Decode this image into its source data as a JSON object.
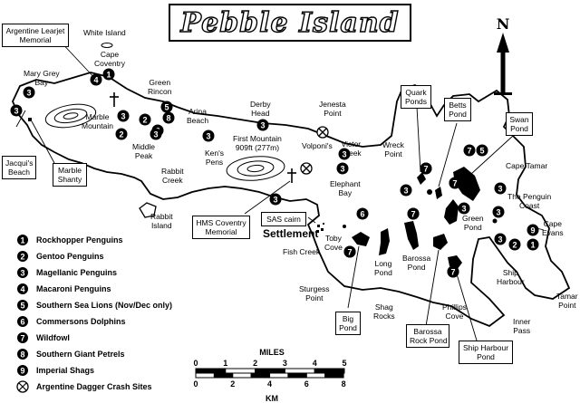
{
  "title": "Pebble Island",
  "compass_label": "N",
  "place_labels": {
    "white_island": "White Island",
    "cape_coventry": "Cape\nCoventry",
    "mary_grey_bay": "Mary Grey\nBay",
    "green_rincon": "Green\nRincon",
    "marble_mountain": "Marble\nMountain",
    "middle_peak": "Middle\nPeak",
    "arina_beach": "Arina\nBeach",
    "derby_head": "Derby\nHead",
    "jenesta_point": "Jenesta\nPoint",
    "first_mountain": "First Mountain\n909ft (277m)",
    "kens_pens": "Ken's\nPens",
    "volponis": "Volponi's",
    "rabbit_creek": "Rabbit\nCreek",
    "rabbit_island": "Rabbit\nIsland",
    "victor_creek": "Victor\nCreek",
    "wreck_point": "Wreck\nPoint",
    "cape_tamar": "Cape Tamar",
    "the_penguin_coast": "The Penguin\nCoast",
    "elephant_bay": "Elephant\nBay",
    "green_pond": "Green\nPond",
    "cape_evans": "Cape\nEvans",
    "settlement": "Settlement",
    "toby_cove": "Toby\nCove",
    "fish_creek": "Fish Creek",
    "long_pond": "Long\nPond",
    "barossa_pond": "Barossa\nPond",
    "ship_harbour": "Ship\nHarbour",
    "tamar_point": "Tamar\nPoint",
    "sturgess_point": "Sturgess\nPoint",
    "shag_rocks": "Shag\nRocks",
    "phillips_cove": "Phillips\nCove",
    "inner_pass": "Inner\nPass"
  },
  "boxed_labels": {
    "argentine_learjet": "Argentine Learjet\nMemorial",
    "jacquis_beach": "Jacqui's\nBeach",
    "marble_shanty": "Marble\nShanty",
    "hms_coventry": "HMS Coventry\nMemorial",
    "sas_cairn": "SAS cairn",
    "quark_ponds": "Quark\nPonds",
    "betts_pond": "Betts\nPond",
    "swan_pond": "Swan\nPond",
    "big_pond": "Big\nPond",
    "barossa_rock_pond": "Barossa\nRock Pond",
    "ship_harbour_pond": "Ship Harbour\nPond"
  },
  "legend": [
    {
      "symbol": "1",
      "label": "Rockhopper Penguins",
      "style": "filled"
    },
    {
      "symbol": "2",
      "label": "Gentoo Penguins",
      "style": "filled"
    },
    {
      "symbol": "3",
      "label": "Magellanic Penguins",
      "style": "filled"
    },
    {
      "symbol": "4",
      "label": "Macaroni Penguins",
      "style": "filled"
    },
    {
      "symbol": "5",
      "label": "Southern Sea Lions (Nov/Dec only)",
      "style": "filled"
    },
    {
      "symbol": "6",
      "label": "Commersons Dolphins",
      "style": "filled"
    },
    {
      "symbol": "7",
      "label": "Wildfowl",
      "style": "filled"
    },
    {
      "symbol": "8",
      "label": "Southern Giant Petrels",
      "style": "filled"
    },
    {
      "symbol": "9",
      "label": "Imperial Shags",
      "style": "filled"
    },
    {
      "symbol": "x",
      "label": "Argentine Dagger Crash Sites",
      "style": "cross"
    }
  ],
  "scale": {
    "miles_label": "MILES",
    "km_label": "KM",
    "miles_ticks": [
      "0",
      "1",
      "2",
      "3",
      "4",
      "5"
    ],
    "km_ticks": [
      "0",
      "2",
      "4",
      "6",
      "8"
    ]
  },
  "site_markers": [
    "1",
    "4",
    "3",
    "3",
    "3",
    "2",
    "2",
    "3",
    "5",
    "8",
    "3",
    "3",
    "3",
    "3",
    "3",
    "3",
    "3",
    "7",
    "7",
    "7",
    "3",
    "5",
    "7",
    "7",
    "7",
    "3",
    "3",
    "3",
    "2",
    "9",
    "1",
    "7",
    "7",
    "7",
    "7",
    "7",
    "6"
  ],
  "colors": {
    "ink": "#000000",
    "paper": "#ffffff",
    "land": "#ffffff",
    "pond": "#000000"
  }
}
